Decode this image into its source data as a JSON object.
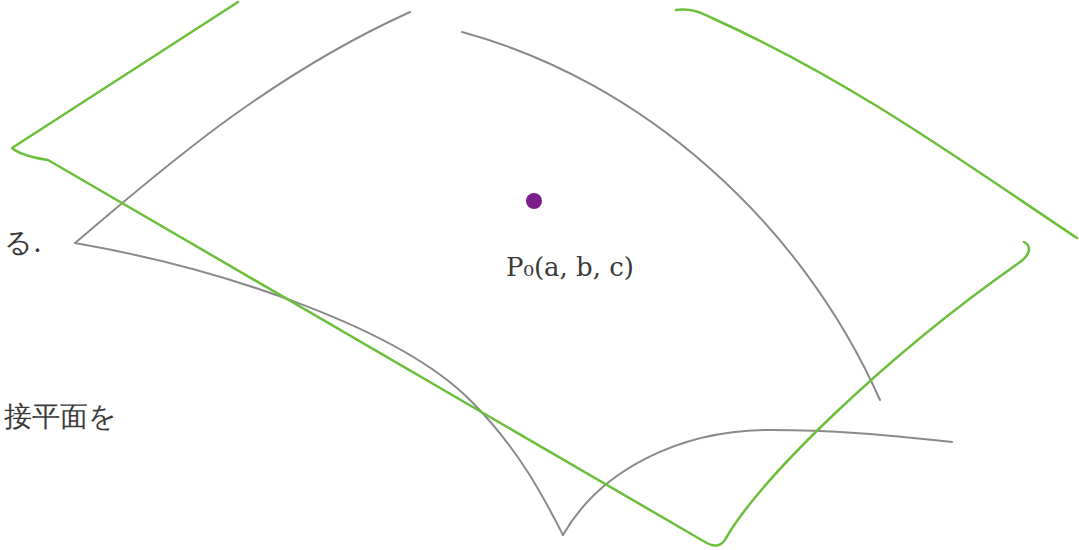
{
  "diagram": {
    "labels": [
      "P₀(a, b, c)",
      "る.",
      "接平面を"
    ]
  }
}
